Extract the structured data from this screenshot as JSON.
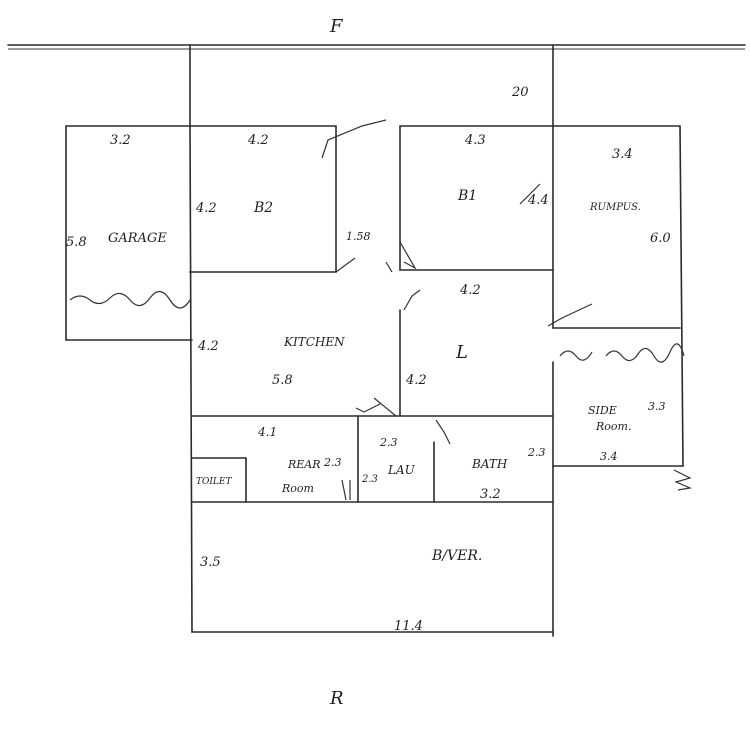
{
  "orientation": {
    "front": "F",
    "rear": "R"
  },
  "dimensions": {
    "front_yard_depth": "20",
    "garage_width": "3.2",
    "b2_width": "4.2",
    "b1_width": "4.3",
    "rumpus_width": "3.4",
    "b2_depth": "4.2",
    "b1_depth": "4.4",
    "hall_width": "1.58",
    "rumpus_depth": "6.0",
    "living_width": "4.2",
    "kitchen_depth": "4.2",
    "living_depth": "4.2",
    "side_room_width": "3.3",
    "side_room_depth": "3.4",
    "rear_room_width": "4.1",
    "lau_width": "2.3",
    "bath_depth": "2.3",
    "lau_depth": "2.3",
    "verandah_depth": "3.5",
    "verandah_width": "11.4"
  },
  "rooms": {
    "garage": {
      "label": "GARAGE",
      "size": "5.8"
    },
    "b2": "B2",
    "b1": "B1",
    "rumpus": "RUMPUS.",
    "kitchen": {
      "label": "KITCHEN",
      "size": "5.8"
    },
    "living": "L",
    "side_room": {
      "label_line1": "SIDE",
      "label_line2": "Room.",
      "size1": "3.3",
      "size2": "3.4"
    },
    "toilet": "TOILET",
    "rear_room": {
      "label_line1": "REAR",
      "label_line2": "Room",
      "size": "2.3"
    },
    "laundry": "LAU",
    "bath": {
      "label": "BATH",
      "size": "3.2"
    },
    "verandah": "B/VER."
  }
}
